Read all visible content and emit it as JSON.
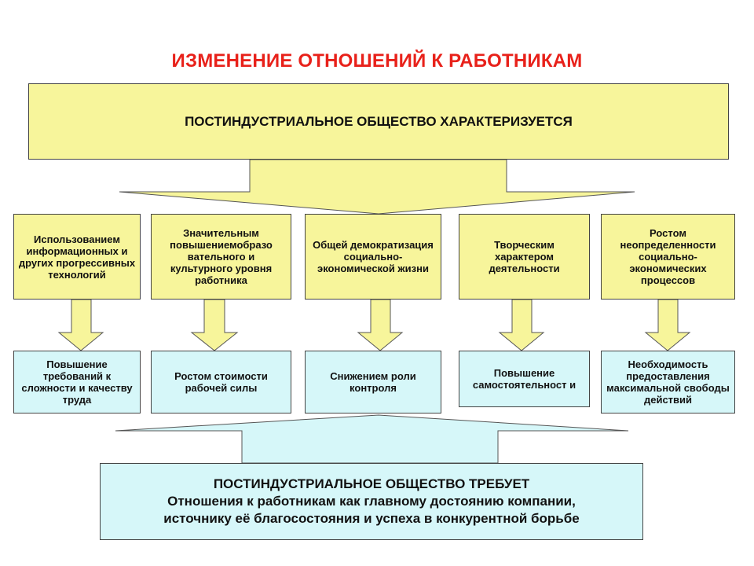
{
  "title": "ИЗМЕНЕНИЕ ОТНОШЕНИЙ К РАБОТНИКАМ",
  "top_box": "ПОСТИНДУСТРИАЛЬНОЕ ОБЩЕСТВО ХАРАКТЕРИЗУЕТСЯ",
  "features": [
    "Использованием информационных и других прогрессивных технологий",
    "Значительным повышениемобразо вательного и культурного уровня работника",
    "Общей демократизация социально-экономической жизни",
    "Творческим характером деятельности",
    "Ростом неопределенности социально-экономических процессов"
  ],
  "consequences": [
    "Повышение требований к сложности и качеству труда",
    "Ростом стоимости рабочей силы",
    "Снижением роли контроля",
    "Повышение самостоятельност и",
    "Необходимость предоставления максимальной свободы действий"
  ],
  "bottom_box": {
    "heading": "ПОСТИНДУСТРИАЛЬНОЕ ОБЩЕСТВО ТРЕБУЕТ",
    "line1": "Отношения к работникам как главному достоянию компании,",
    "line2": "источнику её благосостояния и успеха в конкурентной борьбе"
  },
  "colors": {
    "title": "#e8211a",
    "yellow_fill": "#f7f59b",
    "cyan_fill": "#d6f7f9",
    "border": "#444444"
  }
}
